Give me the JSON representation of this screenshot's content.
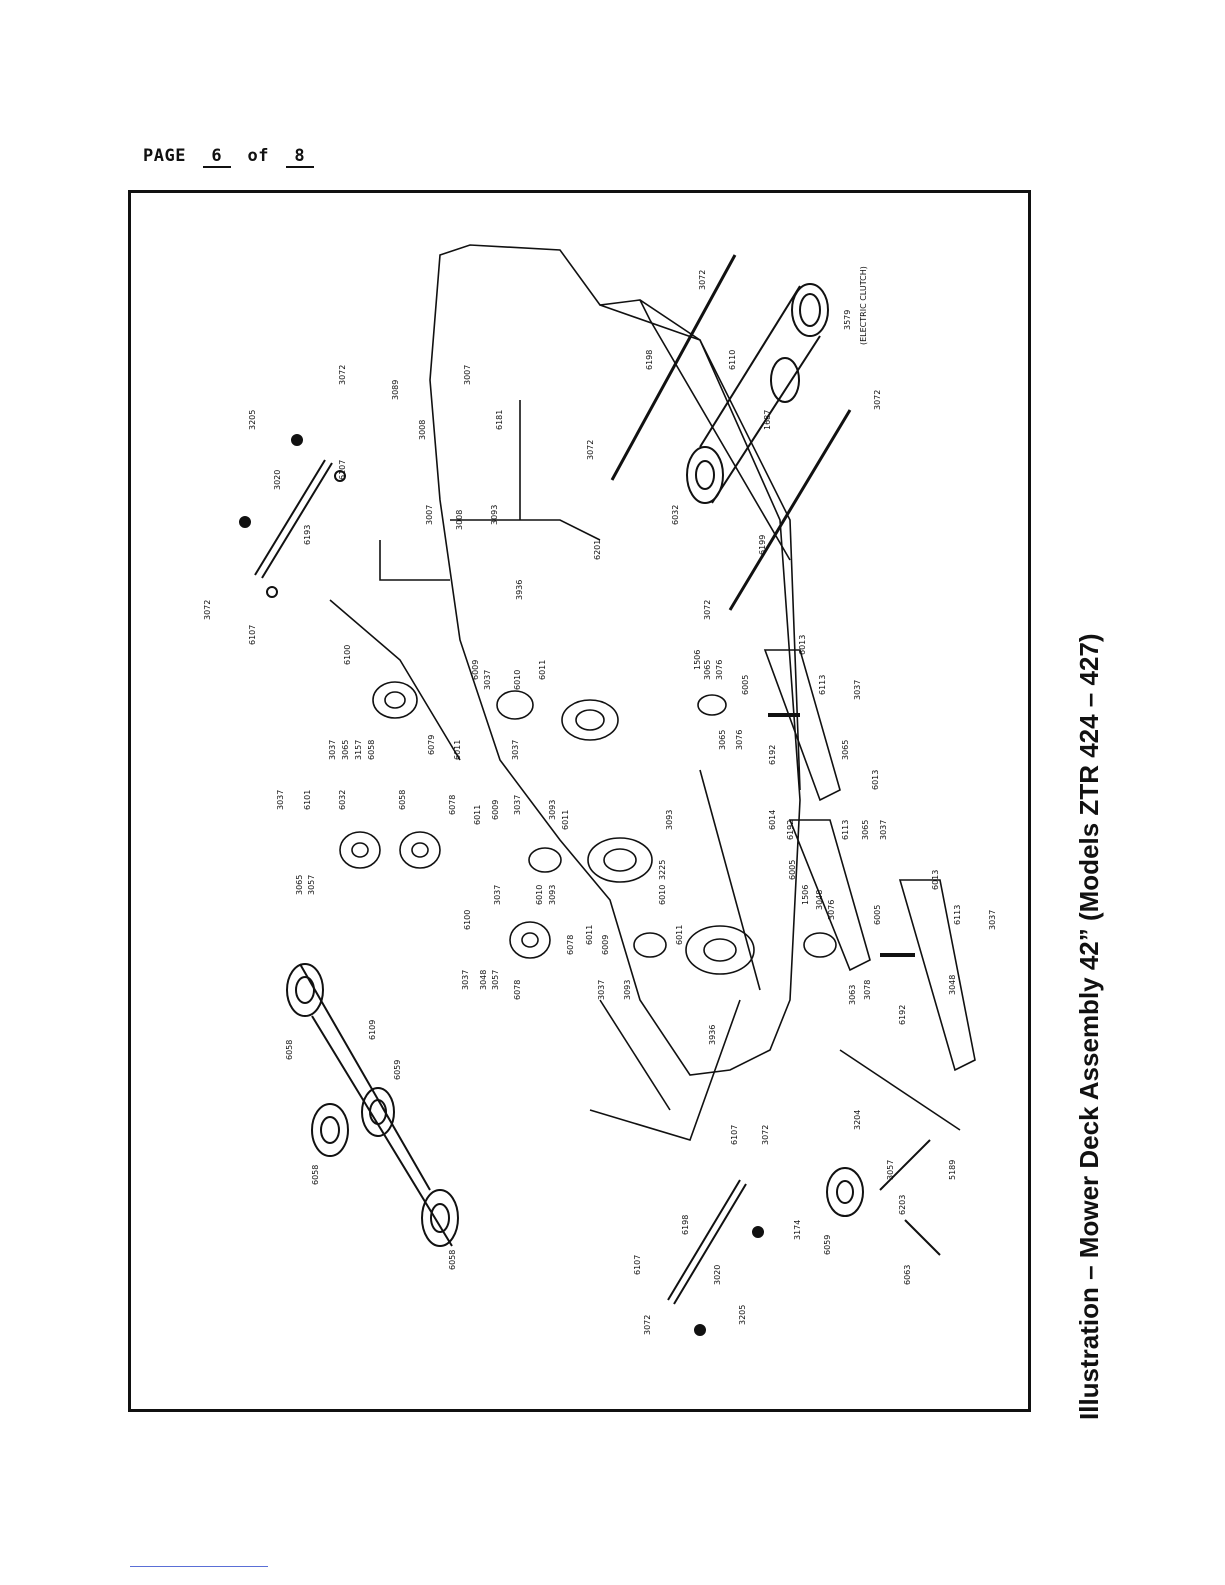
{
  "header": {
    "page_word": "PAGE",
    "page_current": "6",
    "of_word": "of",
    "page_total": "8"
  },
  "title": "Illustration – Mower Deck Assembly 42” (Models ZTR 424 – 427)",
  "clutch_note": "(ELECTRIC CLUTCH)",
  "part_labels": [
    "3072",
    "3205",
    "3020",
    "6107",
    "6193",
    "6107",
    "3072",
    "3089",
    "3008",
    "3007",
    "6181",
    "3007",
    "3008",
    "3093",
    "3072",
    "6198",
    "3072",
    "6110",
    "3579",
    "6032",
    "1687",
    "3072",
    "6199",
    "3072",
    "3936",
    "6201",
    "6100",
    "3037",
    "3065",
    "3157",
    "6058",
    "6079",
    "6011",
    "6009",
    "3037",
    "6010",
    "6011",
    "3037",
    "3037",
    "6101",
    "6032",
    "6058",
    "6078",
    "6011",
    "6009",
    "3037",
    "3093",
    "6011",
    "3065",
    "3057",
    "3037",
    "6010",
    "3093",
    "6100",
    "3037",
    "3048",
    "3057",
    "6078",
    "6078",
    "6011",
    "6009",
    "6010",
    "6011",
    "3037",
    "3093",
    "1506",
    "3065",
    "3076",
    "6005",
    "3065",
    "3076",
    "6192",
    "6113",
    "3037",
    "3065",
    "6013",
    "3093",
    "3225",
    "6014",
    "6192",
    "6113",
    "3065",
    "3037",
    "6013",
    "6005",
    "1506",
    "3048",
    "3076",
    "6005",
    "3063",
    "3078",
    "6192",
    "6113",
    "3037",
    "3048",
    "6013",
    "6058",
    "6109",
    "6059",
    "6058",
    "6058",
    "3936",
    "3204",
    "3057",
    "5189",
    "6203",
    "3174",
    "6059",
    "6063",
    "6107",
    "3072",
    "6198",
    "3020",
    "6107",
    "3205",
    "3072"
  ]
}
